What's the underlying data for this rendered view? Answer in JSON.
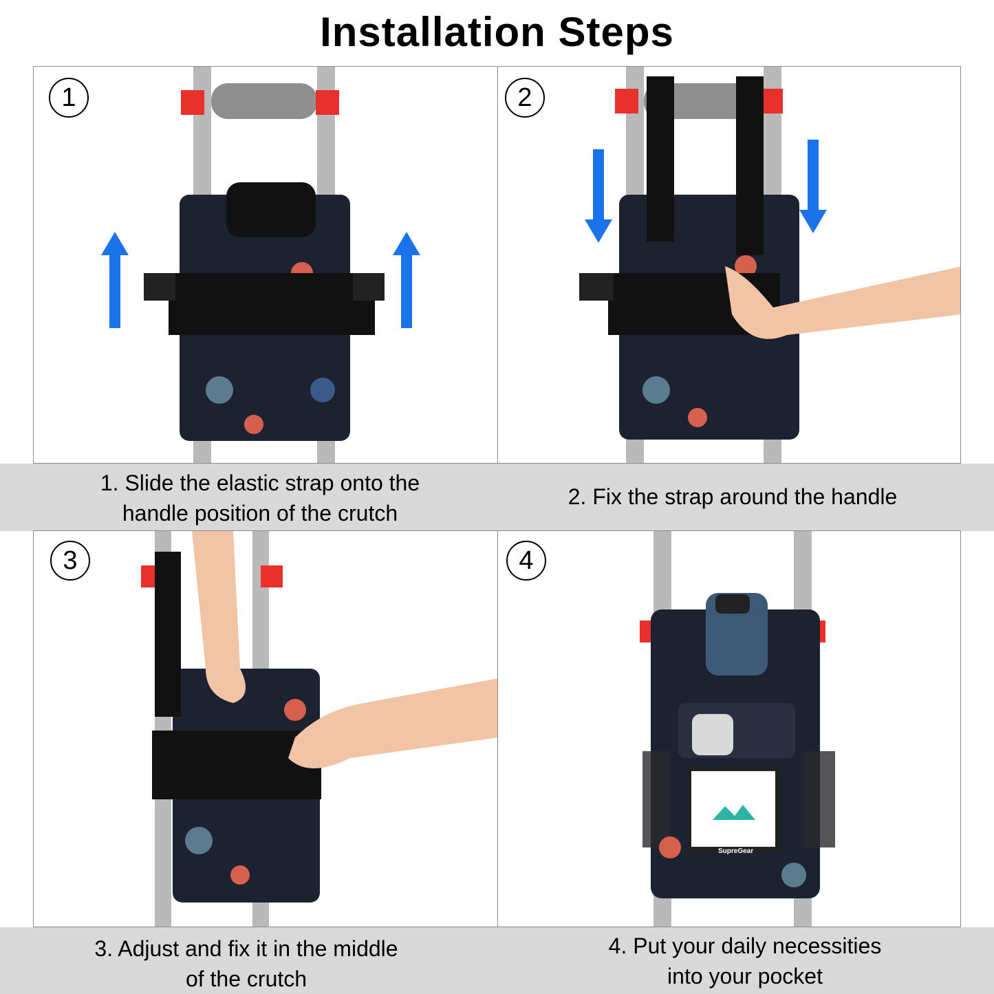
{
  "title": "Installation Steps",
  "steps": [
    {
      "number": "1",
      "caption": "1. Slide the elastic strap onto the\nhandle position of the crutch"
    },
    {
      "number": "2",
      "caption": "2. Fix the strap around the handle"
    },
    {
      "number": "3",
      "caption": "3. Adjust and fix it in the middle\nof the crutch"
    },
    {
      "number": "4",
      "caption": "4. Put your daily necessities\ninto your pocket"
    }
  ],
  "brand": {
    "logo_text": "SupreGear"
  },
  "colors": {
    "arrow": "#1a73e8",
    "clamp": "#e8312a",
    "strap": "#111111",
    "band": "#d9d9d9"
  }
}
